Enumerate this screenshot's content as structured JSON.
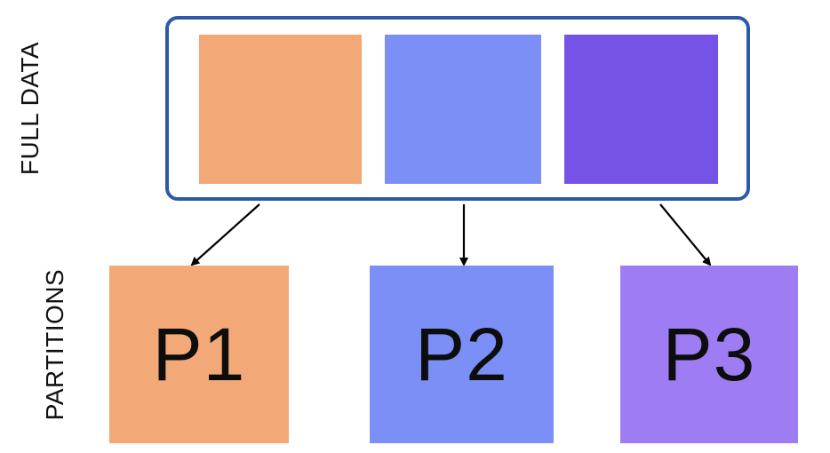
{
  "labels": {
    "full_data": "FULL DATA",
    "partitions": "PARTITIONS"
  },
  "full_data_chunks": [
    {
      "color": "#f2a877"
    },
    {
      "color": "#7b8ff6"
    },
    {
      "color": "#7553e6"
    }
  ],
  "partitions": [
    {
      "label": "P1",
      "color": "#f2a877"
    },
    {
      "label": "P2",
      "color": "#7b8ff6"
    },
    {
      "label": "P3",
      "color": "#9d7cf4"
    }
  ],
  "colors": {
    "container_border": "#2c59a8",
    "arrow": "#000000"
  }
}
